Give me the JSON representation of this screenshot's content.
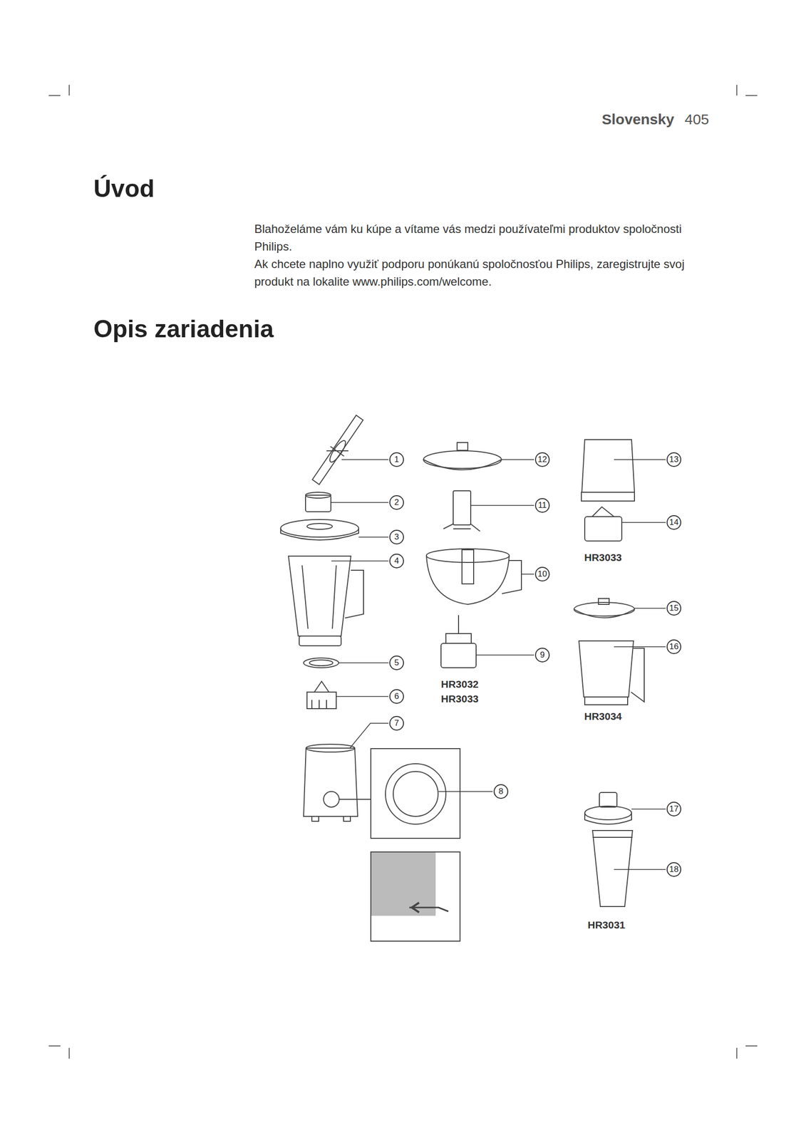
{
  "diagram": {
    "labels": [
      "Slovensky",
      "405",
      "Úvod",
      "Blahoželáme vám ku kúpe a vítame vás medzi používateľmi produktov spoločnosti Philips.",
      "Ak chcete naplno využiť podporu ponúkanú spoločnosťou Philips, zaregistrujte svoj produkt na lokalite www.philips.com/welcome.",
      "Opis zariadenia",
      "1",
      "2",
      "3",
      "4",
      "5",
      "6",
      "7",
      "8",
      "9",
      "10",
      "11",
      "12",
      "13",
      "14",
      "15",
      "16",
      "17",
      "18",
      "HR3033",
      "HR3032",
      "HR3033",
      "HR3034",
      "HR3031"
    ]
  }
}
